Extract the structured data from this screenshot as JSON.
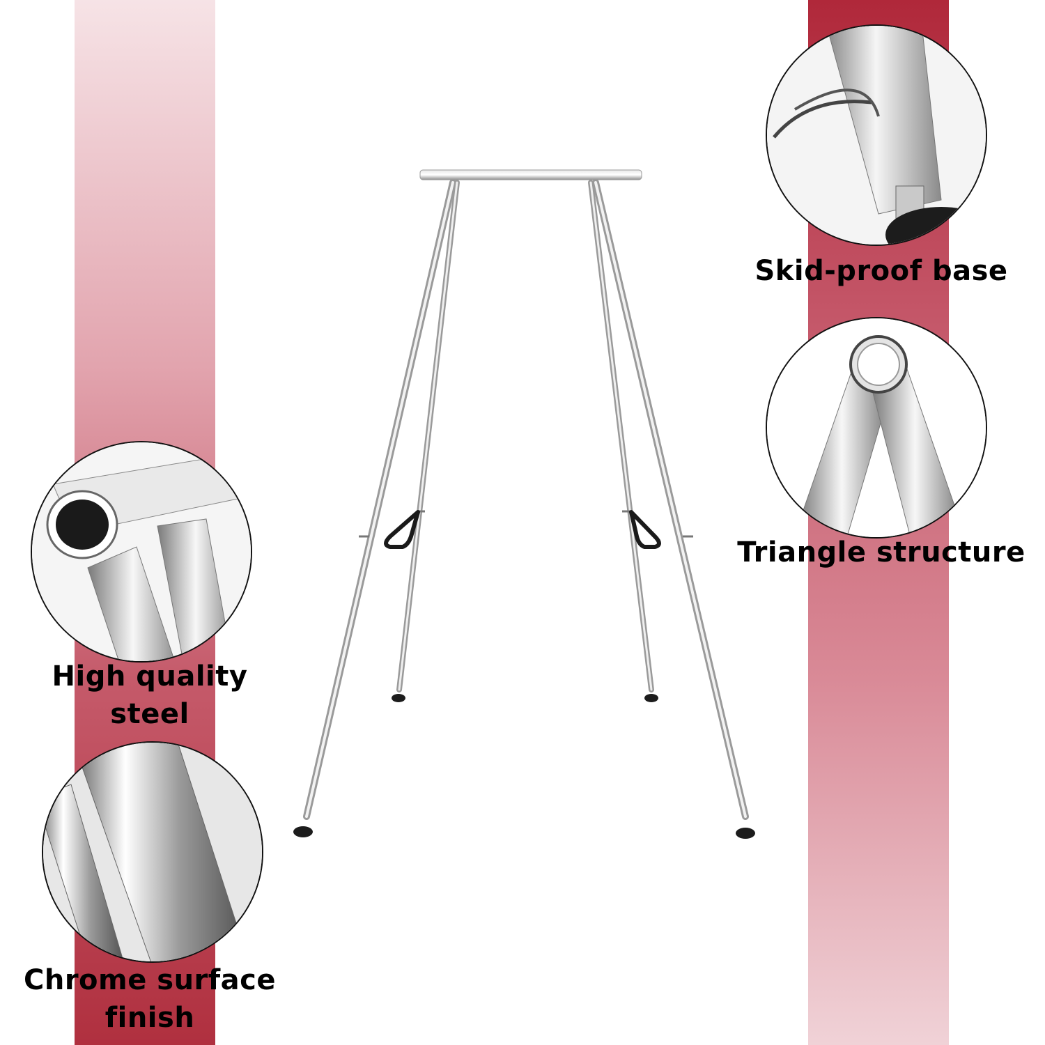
{
  "features": {
    "skid_proof": {
      "label": "Skid-proof base",
      "icon": "skid-proof-foot-closeup"
    },
    "triangle": {
      "label": "Triangle structure",
      "icon": "triangle-joint-closeup"
    },
    "steel": {
      "label_line1": "High quality",
      "label_line2": "steel",
      "icon": "steel-tube-closeup"
    },
    "chrome": {
      "label_line1": "Chrome surface",
      "label_line2": "finish",
      "icon": "chrome-tube-closeup"
    }
  },
  "colors": {
    "band_dark": "#b0283a",
    "band_light": "#f6e3e6",
    "chrome_dark": "#8a8a8a",
    "chrome_light": "#f4f4f4"
  }
}
